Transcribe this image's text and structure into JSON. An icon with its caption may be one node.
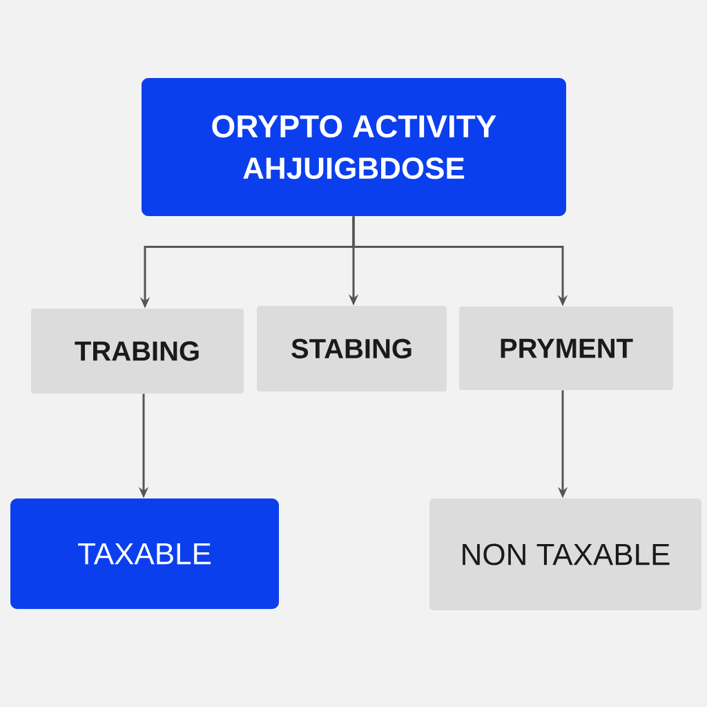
{
  "diagram": {
    "nodes": [
      {
        "text": [
          "ORYPTO ACTIVITY",
          "AHJUIGBDOSE"
        ]
      },
      {
        "text": [
          "TRABING"
        ]
      },
      {
        "text": [
          "STABING"
        ]
      },
      {
        "text": [
          "PRYMENT"
        ]
      },
      {
        "text": [
          "TAXABLE"
        ]
      },
      {
        "text": [
          "NON TAXABLE"
        ]
      }
    ],
    "edges": [
      {
        "from": 0,
        "to": 1,
        "arrow": "to"
      },
      {
        "from": 0,
        "to": 2,
        "arrow": "to"
      },
      {
        "from": 0,
        "to": 3,
        "arrow": "to"
      },
      {
        "from": 1,
        "to": 4,
        "arrow": "to"
      },
      {
        "from": 3,
        "to": 5,
        "arrow": "to"
      }
    ]
  }
}
